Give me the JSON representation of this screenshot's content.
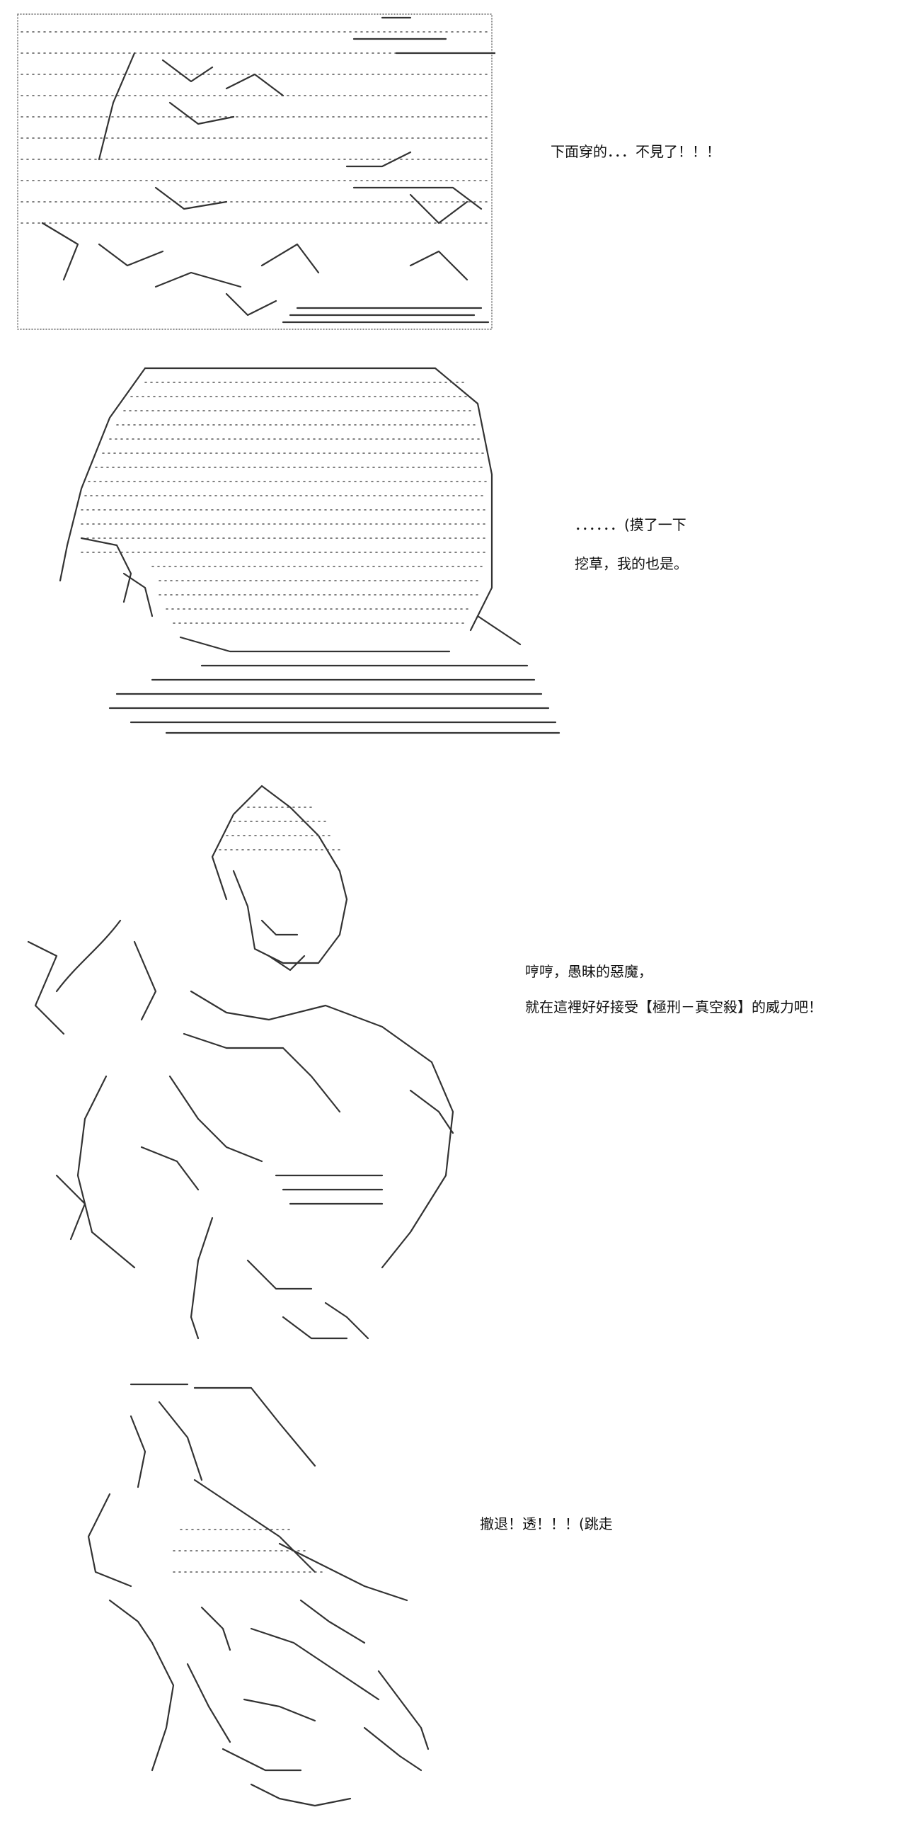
{
  "panels": [
    {
      "id": "panel-1",
      "lines": [
        "下面穿的．．．不見了！！！"
      ]
    },
    {
      "id": "panel-2",
      "lines": [
        "．．．．．．(摸了一下",
        "挖草，我的也是。"
      ]
    },
    {
      "id": "panel-3",
      "lines": [
        "哼哼，愚昧的惡魔，",
        "就在這裡好好接受【極刑－真空殺】的威力吧！"
      ]
    },
    {
      "id": "panel-4",
      "lines": [
        "撤退！透！！！(跳走"
      ]
    }
  ]
}
